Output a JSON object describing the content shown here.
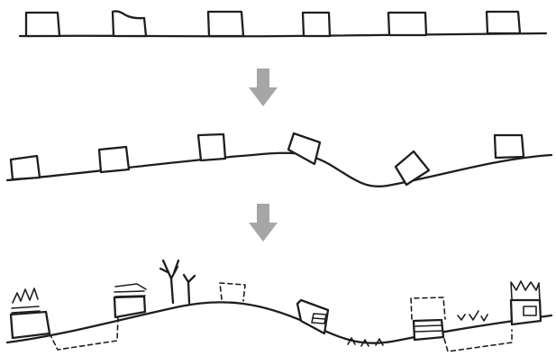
{
  "diagram": {
    "panels": [
      {
        "id": "flat-ground",
        "blocks": 6
      },
      {
        "id": "sloped-ground",
        "blocks": 6
      },
      {
        "id": "adapted-ground",
        "blocks": 7
      }
    ],
    "arrows": [
      {
        "from": "flat-ground",
        "to": "sloped-ground"
      },
      {
        "from": "sloped-ground",
        "to": "adapted-ground"
      }
    ],
    "colors": {
      "ink": "#1e1e1e",
      "arrow": "#a6a6a6",
      "background": "#ffffff"
    }
  }
}
